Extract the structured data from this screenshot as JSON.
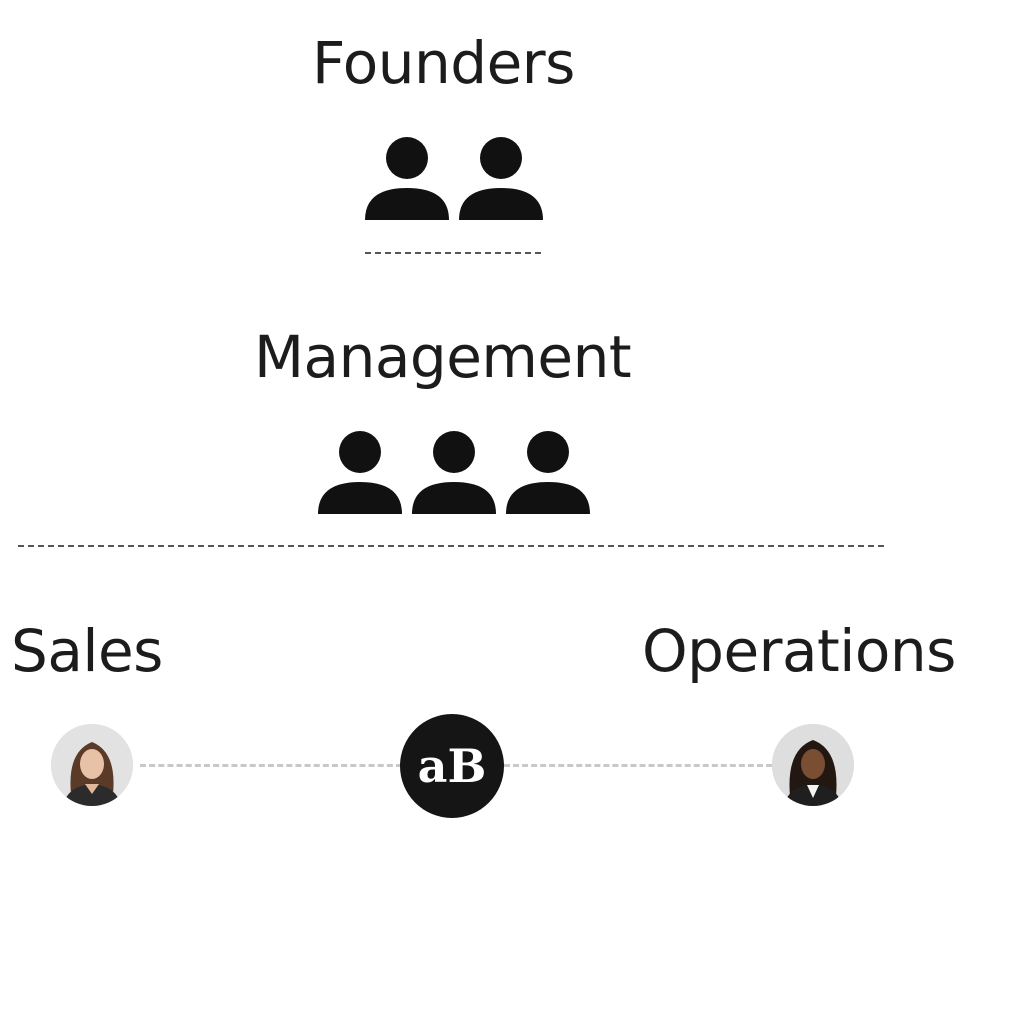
{
  "founders": {
    "title": "Founders",
    "count": 2
  },
  "management": {
    "title": "Management",
    "count": 3
  },
  "departments": {
    "sales": {
      "title": "Sales"
    },
    "operations": {
      "title": "Operations"
    }
  },
  "logo": {
    "text": "aB"
  },
  "colors": {
    "text": "#1c1c1c",
    "icon": "#111111",
    "divider": "#555555",
    "connector": "#c8c8c8",
    "logo_bg": "#151515",
    "logo_fg": "#ffffff"
  },
  "icons": [
    "person-icon",
    "avatar-sales",
    "avatar-operations",
    "brand-logo"
  ]
}
